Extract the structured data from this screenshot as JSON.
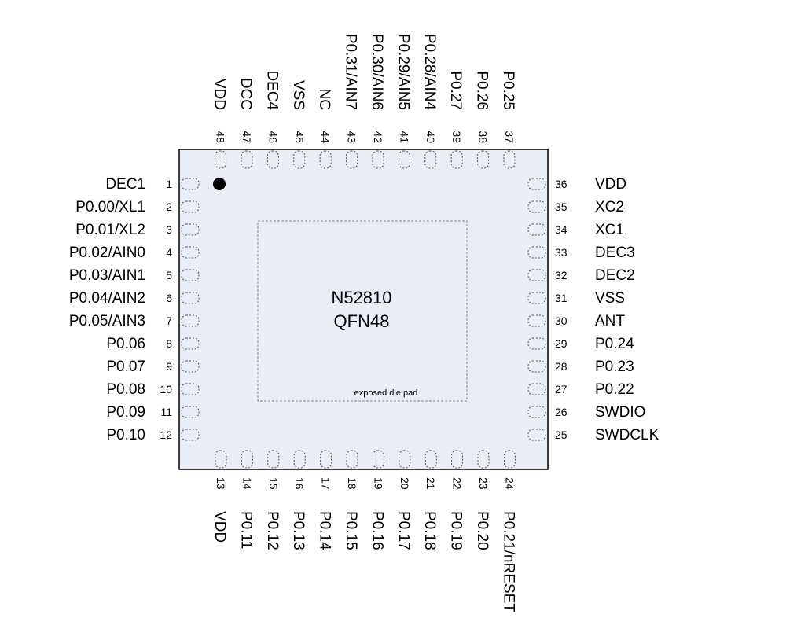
{
  "chip": {
    "name": "N52810",
    "package": "QFN48",
    "exposed_pad_label": "exposed die pad",
    "body_color": "#e9edf6",
    "outline_color": "#000000"
  },
  "pins": {
    "left": [
      {
        "num": "1",
        "name": "DEC1"
      },
      {
        "num": "2",
        "name": "P0.00/XL1"
      },
      {
        "num": "3",
        "name": "P0.01/XL2"
      },
      {
        "num": "4",
        "name": "P0.02/AIN0"
      },
      {
        "num": "5",
        "name": "P0.03/AIN1"
      },
      {
        "num": "6",
        "name": "P0.04/AIN2"
      },
      {
        "num": "7",
        "name": "P0.05/AIN3"
      },
      {
        "num": "8",
        "name": "P0.06"
      },
      {
        "num": "9",
        "name": "P0.07"
      },
      {
        "num": "10",
        "name": "P0.08"
      },
      {
        "num": "11",
        "name": "P0.09"
      },
      {
        "num": "12",
        "name": "P0.10"
      }
    ],
    "bottom": [
      {
        "num": "13",
        "name": "VDD"
      },
      {
        "num": "14",
        "name": "P0.11"
      },
      {
        "num": "15",
        "name": "P0.12"
      },
      {
        "num": "16",
        "name": "P0.13"
      },
      {
        "num": "17",
        "name": "P0.14"
      },
      {
        "num": "18",
        "name": "P0.15"
      },
      {
        "num": "19",
        "name": "P0.16"
      },
      {
        "num": "20",
        "name": "P0.17"
      },
      {
        "num": "21",
        "name": "P0.18"
      },
      {
        "num": "22",
        "name": "P0.19"
      },
      {
        "num": "23",
        "name": "P0.20"
      },
      {
        "num": "24",
        "name": "P0.21/nRESET"
      }
    ],
    "right": [
      {
        "num": "25",
        "name": "SWDCLK"
      },
      {
        "num": "26",
        "name": "SWDIO"
      },
      {
        "num": "27",
        "name": "P0.22"
      },
      {
        "num": "28",
        "name": "P0.23"
      },
      {
        "num": "29",
        "name": "P0.24"
      },
      {
        "num": "30",
        "name": "ANT"
      },
      {
        "num": "31",
        "name": "VSS"
      },
      {
        "num": "32",
        "name": "DEC2"
      },
      {
        "num": "33",
        "name": "DEC3"
      },
      {
        "num": "34",
        "name": "XC1"
      },
      {
        "num": "35",
        "name": "XC2"
      },
      {
        "num": "36",
        "name": "VDD"
      }
    ],
    "top": [
      {
        "num": "37",
        "name": "P0.25"
      },
      {
        "num": "38",
        "name": "P0.26"
      },
      {
        "num": "39",
        "name": "P0.27"
      },
      {
        "num": "40",
        "name": "P0.28/AIN4"
      },
      {
        "num": "41",
        "name": "P0.29/AIN5"
      },
      {
        "num": "42",
        "name": "P0.30/AIN6"
      },
      {
        "num": "43",
        "name": "P0.31/AIN7"
      },
      {
        "num": "44",
        "name": "NC"
      },
      {
        "num": "45",
        "name": "VSS"
      },
      {
        "num": "46",
        "name": "DEC4"
      },
      {
        "num": "47",
        "name": "DCC"
      },
      {
        "num": "48",
        "name": "VDD"
      }
    ]
  }
}
